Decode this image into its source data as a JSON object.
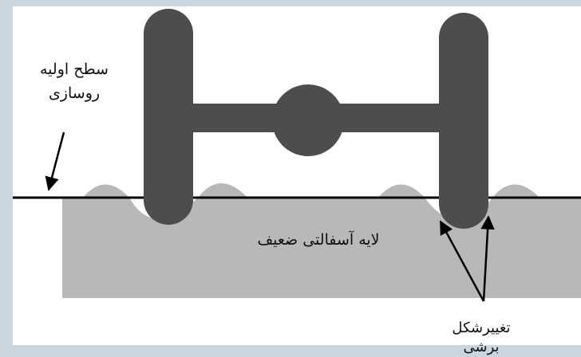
{
  "labels": {
    "initial_surface": "سطح اولیه روسازی",
    "initial_surface_line1": "سطح اولیه",
    "initial_surface_line2": "روسازی",
    "weak_asphalt_layer": "لایه آسفالتی ضعیف",
    "shear_deformation": "تغییرشکل برشی",
    "shear_deformation_line1": "تغییرشکل",
    "shear_deformation_line2": "برشی"
  },
  "colors": {
    "background": "#c9d6e0",
    "page": "#ffffff",
    "asphalt_layer": "#b8b8b8",
    "bulge": "#b8b8b8",
    "axle": "#4d4d4d",
    "surface_line": "#000000",
    "arrow": "#000000"
  }
}
